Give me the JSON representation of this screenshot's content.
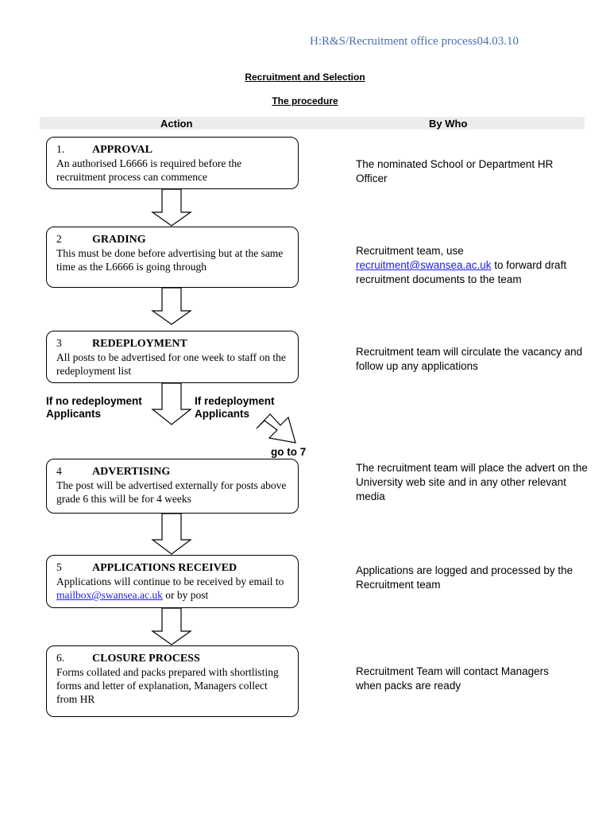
{
  "header": {
    "reference": "H:R&S/Recruitment office process04.03.10",
    "title": "Recruitment and Selection",
    "subtitle": "The procedure",
    "col_action": "Action",
    "col_who": "By Who"
  },
  "steps": [
    {
      "num": "1.",
      "heading": "APPROVAL",
      "text": "An authorised L6666 is required before the recruitment process can commence",
      "who": "The nominated School or Department HR Officer"
    },
    {
      "num": "2",
      "heading": "GRADING",
      "text": "This must be done before advertising but at the same time as the L6666 is going through",
      "who_pre": "Recruitment team, use ",
      "who_link": "recruitment@swansea.ac.uk",
      "who_post": " to forward draft recruitment documents to the team"
    },
    {
      "num": "3",
      "heading": "REDEPLOYMENT",
      "text": "All posts to be advertised for one week to staff on the redeployment list",
      "who": "Recruitment team will circulate the vacancy and follow up any applications"
    },
    {
      "num": "4",
      "heading": "ADVERTISING",
      "text": "The post will be advertised externally for posts above grade 6 this will be for 4 weeks",
      "who": "The recruitment team will place the advert on the University web site and in any other relevant media"
    },
    {
      "num": "5",
      "heading": "APPLICATIONS RECEIVED",
      "text_pre": "Applications will continue to be received by email to ",
      "text_link": "mailbox@swansea.ac.uk",
      "text_post": " or by post",
      "who": "Applications are logged and processed by the Recruitment team"
    },
    {
      "num": "6.",
      "heading": "CLOSURE PROCESS",
      "text": "Forms collated and packs prepared with shortlisting forms and letter of explanation, Managers collect from HR",
      "who": "Recruitment Team will contact Managers when packs are ready"
    }
  ],
  "branch": {
    "left_label": "If no redeployment Applicants",
    "right_label": "If redeployment Applicants",
    "goto": "go to 7"
  }
}
